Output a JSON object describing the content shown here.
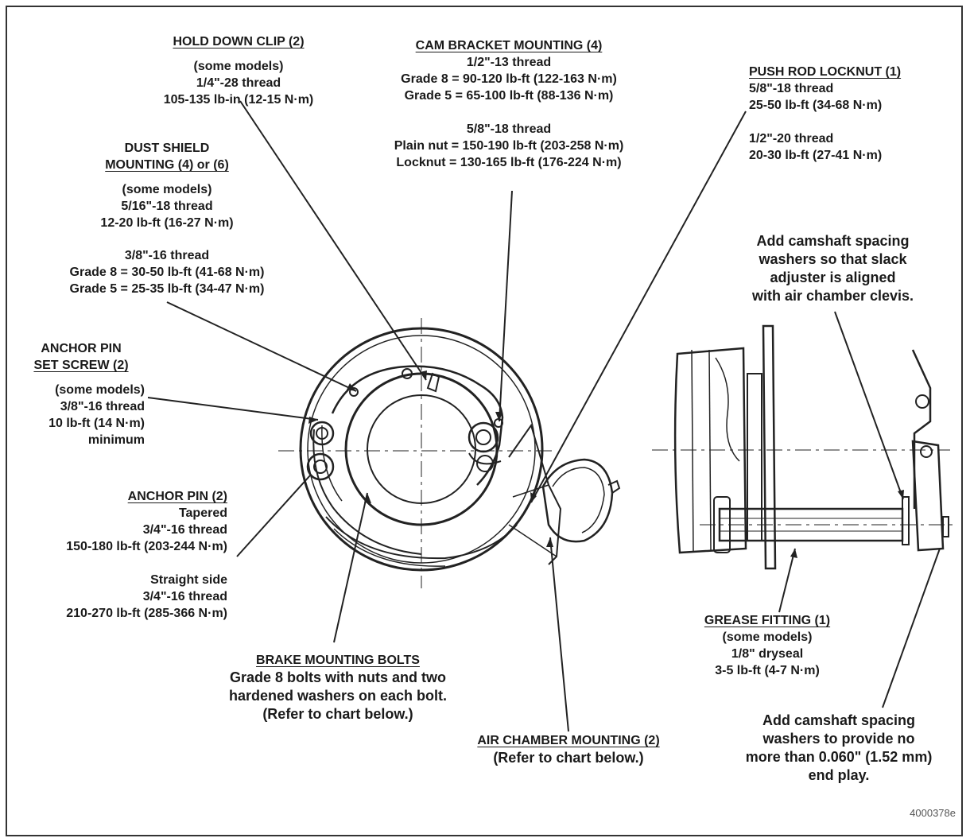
{
  "callouts": {
    "hold_down_clip": {
      "title": "HOLD DOWN CLIP (2)",
      "lines": [
        "(some models)",
        "1/4\"-28 thread",
        "105-135 lb-in (12-15 N·m)"
      ]
    },
    "cam_bracket": {
      "title": "CAM BRACKET MOUNTING (4)",
      "lines": [
        "1/2\"-13 thread",
        "Grade 8 = 90-120 lb-ft (122-163 N·m)",
        "Grade 5 = 65-100 lb-ft (88-136 N·m)"
      ],
      "lines2": [
        "5/8\"-18 thread",
        "Plain nut = 150-190 lb-ft (203-258 N·m)",
        "Locknut = 130-165 lb-ft (176-224 N·m)"
      ]
    },
    "push_rod_locknut": {
      "title": "PUSH ROD LOCKNUT (1)",
      "lines": [
        "5/8\"-18 thread",
        "25-50 lb-ft (34-68 N·m)"
      ],
      "lines2": [
        "1/2\"-20 thread",
        "20-30 lb-ft (27-41 N·m)"
      ]
    },
    "dust_shield": {
      "title_line1": "DUST SHIELD",
      "title_line2": "MOUNTING (4) or (6)",
      "lines": [
        "(some models)",
        "5/16\"-18 thread",
        "12-20 lb-ft (16-27 N·m)"
      ],
      "lines2": [
        "3/8\"-16 thread",
        "Grade 8 = 30-50 lb-ft (41-68 N·m)",
        "Grade 5 = 25-35 lb-ft (34-47 N·m)"
      ]
    },
    "camshaft_spacing_top": {
      "lines": [
        "Add camshaft spacing",
        "washers so that slack",
        "adjuster is aligned",
        "with air chamber clevis."
      ]
    },
    "anchor_pin_set_screw": {
      "title_line1": "ANCHOR PIN",
      "title_line2": "SET SCREW (2)",
      "lines": [
        "(some models)",
        "3/8\"-16 thread",
        "10 lb-ft (14 N·m)",
        "minimum"
      ]
    },
    "anchor_pin": {
      "title": "ANCHOR PIN (2)",
      "lines": [
        "Tapered",
        "3/4\"-16 thread",
        "150-180 lb-ft (203-244 N·m)"
      ],
      "lines2": [
        "Straight side",
        "3/4\"-16 thread",
        "210-270 lb-ft (285-366 N·m)"
      ]
    },
    "brake_mounting_bolts": {
      "title": "BRAKE MOUNTING BOLTS",
      "lines": [
        "Grade 8 bolts with nuts and two",
        "hardened washers on each bolt.",
        "(Refer to chart below.)"
      ]
    },
    "air_chamber": {
      "title": "AIR CHAMBER MOUNTING (2)",
      "lines": [
        "(Refer to chart below.)"
      ]
    },
    "grease_fitting": {
      "title": "GREASE FITTING (1)",
      "lines": [
        "(some models)",
        "1/8\" dryseal",
        "3-5 lb-ft (4-7 N·m)"
      ]
    },
    "camshaft_spacing_bottom": {
      "lines": [
        "Add camshaft spacing",
        "washers to provide no",
        "more than 0.060\" (1.52 mm)",
        "end play."
      ]
    }
  },
  "document_id": "4000378e"
}
